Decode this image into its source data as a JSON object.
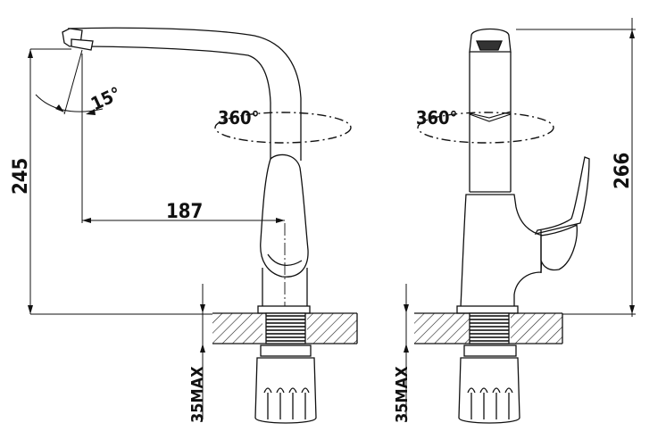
{
  "dimensions": {
    "height_left": "245",
    "reach": "187",
    "angle": "15°",
    "rotation_left": "360°",
    "rotation_right": "360°",
    "height_right": "266",
    "deck_left": "35MAX",
    "deck_right": "35MAX"
  },
  "colors": {
    "line": "#111111",
    "hatch": "#222222",
    "background": "#ffffff"
  }
}
